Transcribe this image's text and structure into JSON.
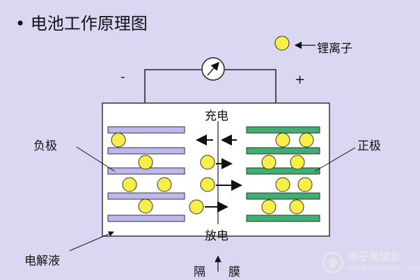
{
  "title": "• 电池工作原理图",
  "legend": {
    "label": "锂离子"
  },
  "signs": {
    "negative": "-",
    "positive": "+"
  },
  "labels": {
    "anode": "负极",
    "cathode": "正极",
    "electrolyte": "电解液",
    "charge": "充电",
    "discharge": "放电",
    "separator_left": "隔",
    "separator_right": "膜"
  },
  "watermark": {
    "text": "电子发烧友",
    "url": "www.elecfans.com"
  },
  "colors": {
    "background": "#d9d7f2",
    "ion": "#f5ef48",
    "anode_plate": "#bdb8ec",
    "cathode_plate": "#3fae72",
    "cell": "#ffffff"
  }
}
